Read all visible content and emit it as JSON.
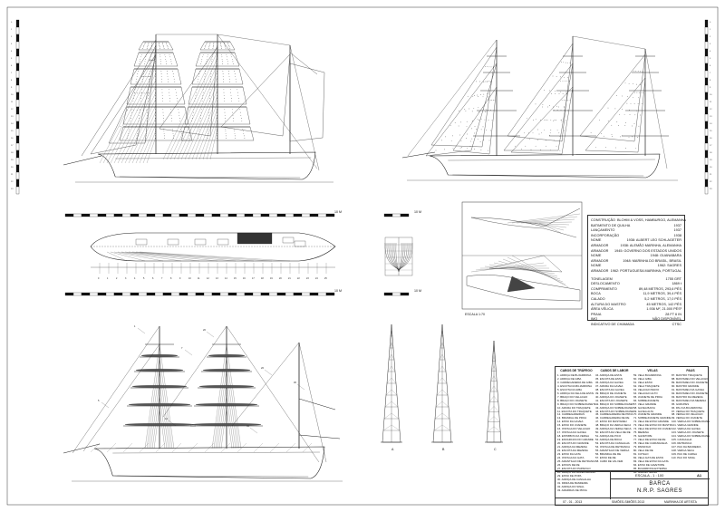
{
  "title_block": {
    "scale": "ESCALA - 1 : 100",
    "sheet": "A1",
    "name_line1": "BARCA",
    "name_line2": "N.R.P. SAGRES",
    "date": "07 - 01 - 2013",
    "author": "SIMÕES-SIMÕES 2013",
    "note": "MARINHA DE ARTISTA"
  },
  "small_scale": "ESCALA 1:70",
  "scale_caption_right": "10 M",
  "specs": [
    {
      "label": "CONSTRUÇÃO",
      "value": "BLOHM & VOSS, HAMBURGO, ALEMANHA"
    },
    {
      "label": "BATIMENTO DE QUILHA",
      "value": "1937"
    },
    {
      "label": "LANÇAMENTO",
      "value": "1937"
    },
    {
      "label": "INCORPORAÇÃO",
      "value": "1938"
    },
    {
      "label": "NOME",
      "value": "1938: ALBERT LEO SCHLAGETER"
    },
    {
      "label": "ARMADOR",
      "value": "1938: ALEMÃO MARINHA, ALEMANHA"
    },
    {
      "label": "ARMADOR",
      "value": "1945: GOVERNO DOS ESTADOS UNIDOS"
    },
    {
      "label": "NOME",
      "value": "1948: GUANABARA"
    },
    {
      "label": "ARMADOR",
      "value": "1948: MARINHA DO BRASIL, BRASIL"
    },
    {
      "label": "NOME",
      "value": "1962: SAGRES"
    },
    {
      "label": "ARMADOR",
      "value": "1962: PORTUGUESA MARINHA, PORTUGAL"
    },
    {
      "label": "TONELAGEM",
      "value": "1755 GRT"
    },
    {
      "label": "DESLOCAMENTO",
      "value": "1869 t"
    },
    {
      "label": "COMPRIMENTO",
      "value": "89,48 METROS, 293,6 PÉS"
    },
    {
      "label": "BOCA",
      "value": "11,9 METROS, 39,4 PÉS"
    },
    {
      "label": "CALADO",
      "value": "5,2 METROS, 17,0 PÉS"
    },
    {
      "label": "ALTURA DO MASTRO",
      "value": "45 METROS, 142 PÉS"
    },
    {
      "label": "ÁREA VÉLICA",
      "value": "1.936 M², 21.000 PÉS²"
    },
    {
      "label": "PRAIA",
      "value": "28 FT 6 IN"
    },
    {
      "label": "IMO",
      "value": "NÃO DISPONÍVEL"
    },
    {
      "label": "INDICATIVO DE CHAMADA",
      "value": "CTSC"
    }
  ],
  "legend": {
    "columns": [
      {
        "header": "CABOS DE TRÁFEGO",
        "items": [
          "1. ADRIÇA DE BUJARRONA",
          "2. ADRIÇA DE GIBA",
          "3. CARREGADEIRA DE GIBA",
          "4. ESCOTA DA BUJARRONA",
          "5. ESCOTA DA GIBA",
          "6. ADRIÇA DA VELA DE ESTAI",
          "7. BRAÇO DO VELACHO",
          "8. BRAÇO DO JOANETE",
          "9. BRAÇO DO SOBREJOANETE",
          "10. AMURA DO TRAQUETE",
          "11. ESCOTA DO TRAQUETE",
          "12. CARREGADEIRAS",
          "13. BRANDAL DE PROA",
          "14. ESTAI DA GÁVEA",
          "15. ESTAI DO JOANETE",
          "16. OSTAGA DO VELACHO",
          "17. OSTAGA DA GÁVEA",
          "18. ESTRIBOS DA VERGA",
          "19. ENXÁRCIAS DO GRANDE",
          "20. ESCOTA DO GRANDE",
          "21. ADRIÇA DA MEZENA",
          "22. ESCOTA DA MEZENA",
          "23. ESTAI DA GATA",
          "24. OSTAGA DA GATA",
          "25. AMANTILHO DE RETRANCA",
          "26. ESTAIS DE RÉ",
          "27. ESCOTA DO PAPAFIGO",
          "28. BRAÇO DA GÁVEA GRANDE",
          "29. ESTAI DE POPA",
          "30. ADRIÇA DE CANGALHA",
          "31. DRIZA DE BANDEIRA",
          "32. ADRIÇA DO SINAL",
          "33. AMARRAS DE PROA"
        ]
      },
      {
        "header": "CABOS DE LABOR",
        "items": [
          "34. ADRIÇA DE ESTAI",
          "35. ESCOTA DE ESTAI",
          "36. ADRIÇA DA GÁVEA",
          "37. AMURA DA GÁVEA",
          "38. ESCOTA DA GÁVEA",
          "39. BRAÇO DE JOANETE",
          "40. ADRIÇA DO JOANETE",
          "41. ESCOTA DO JOANETE",
          "42. BRAÇO DO SOBREJOANETE",
          "43. ADRIÇA DO SOBREJOANETE",
          "44. ESCOTA DO SOBREJOANETE",
          "45. CARREGADEIRA DE PROA",
          "46. CARREGADEIRA DE RÉ",
          "47. ESTAI DO MASTARÉU",
          "48. BRAÇO DA VERGA SECA",
          "49. ADRIÇA DA VERGA SECA",
          "50. ESCOTA DA VELA DE RÉ",
          "51. ADRIÇA DE PICO",
          "52. ADRIÇA DE BOCA",
          "53. ESCOTA DA CANGALHA",
          "54. OSTAGA DE RETRANCA",
          "55. AMANTILHO DE VERGA",
          "56. BRANDAL DE RÉ",
          "57. ESTAI DE RÉ",
          "58. CABO DE VAI-VEM"
        ]
      },
      {
        "header": "VELAS",
        "items": [
          "59. VELA BUJARRONA",
          "60. VELA GIBA",
          "61. VELA ESTAI",
          "62. VELA TRAQUETE",
          "63. VELACHO BAIXO",
          "64. VELACHO ALTO",
          "65. JOANETE DE PROA",
          "66. SOBREJOANETE",
          "67. VELA GRANDE",
          "68. GÁVEA BAIXA",
          "69. GÁVEA ALTA",
          "70. JOANETE GRANDE",
          "71. SOBREJOANETE GRANDE",
          "72. VELA DE ESTAI GRANDE",
          "73. VELA DE ESTAI DO MASTRO",
          "74. VELA DE ESTAI DO JOANETE",
          "75. MEZENA",
          "76. GAVETOPE",
          "77. VELA DE ESTAI DE RÉ",
          "78. VELA DE CARANGUEJA",
          "79. PAPAFIGO",
          "80. VELA DE RÉ",
          "81. CUTELO",
          "82. VELA ALTA DE ESTAI",
          "83. VELA DE ESTAI DA GATA",
          "84. ESTAI DE GAVETOPE",
          "85. BUJARRONA EXTERNA",
          "86. GIBA EXTERNA"
        ]
      },
      {
        "header": "PAUS",
        "items": [
          "87. MASTRO TRAQUETE",
          "88. MASTARÉU DO VELACHO",
          "89. MASTARÉU DO JOANETE",
          "90. MASTRO GRANDE",
          "91. MASTARÉU DA GÁVEA",
          "92. MASTARÉU DO JOANETE",
          "93. MASTRO DA MEZENA",
          "94. MASTARÉU DA MEZENA",
          "95. GURUPÉS",
          "96. PAU DA BUJARRONA",
          "97. VERGA DO TRAQUETE",
          "98. VERGA DO VELACHO",
          "99. VERGA DO JOANETE",
          "100. VERGA DO SOBREJOANETE",
          "101. VERGA GRANDE",
          "102. VERGA DA GÁVEA",
          "103. VERGA DO JOANETE",
          "104. VERGA DO SOBREJOANETE",
          "105. CANGALHA",
          "106. RETRANCA",
          "107. PAU DA BANDEIRA",
          "108. VERGA SECA",
          "109. PAU DE CARGA",
          "110. PAU DO SINAL"
        ]
      }
    ]
  },
  "mast_labels": [
    "A",
    "B",
    "C"
  ]
}
